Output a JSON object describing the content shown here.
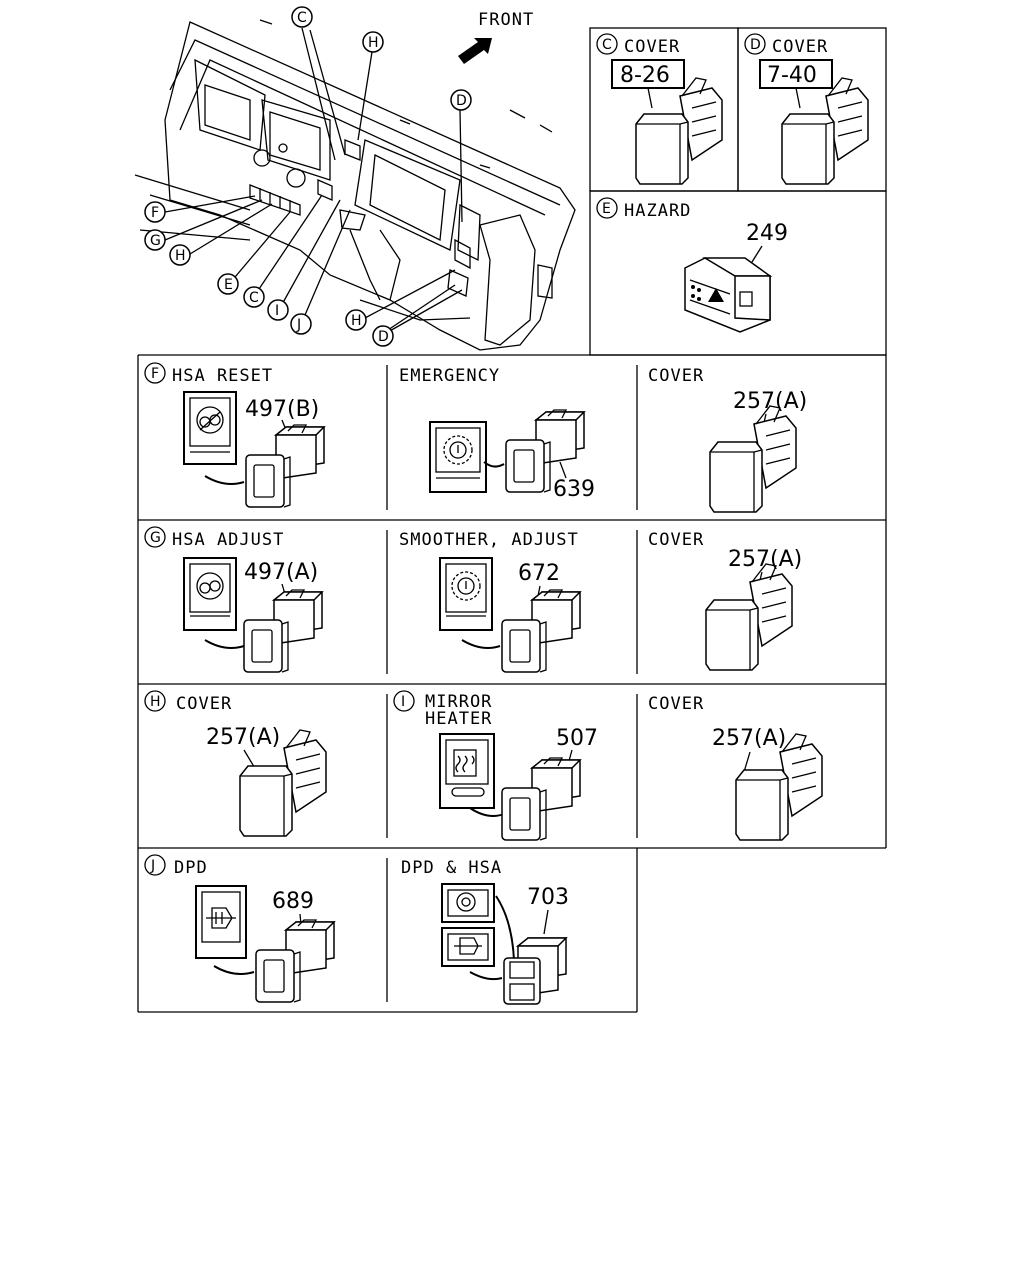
{
  "overview": {
    "front_label": "FRONT",
    "callouts": [
      "C",
      "H",
      "D",
      "F",
      "G",
      "H",
      "E",
      "C",
      "I",
      "J",
      "H",
      "D"
    ]
  },
  "boxes": {
    "c": {
      "letter": "C",
      "title": "COVER",
      "ref": "8-26"
    },
    "d": {
      "letter": "D",
      "title": "COVER",
      "ref": "7-40"
    },
    "e": {
      "letter": "E",
      "title": "HAZARD",
      "part": "249"
    },
    "f": {
      "letter": "F",
      "title": "HSA  RESET",
      "part": "497(B)"
    },
    "emergency": {
      "title": "EMERGENCY",
      "part": "639"
    },
    "cover1": {
      "title": "COVER",
      "part": "257(A)"
    },
    "g": {
      "letter": "G",
      "title": "HSA  ADJUST",
      "part": "497(A)"
    },
    "smoother": {
      "title": "SMOOTHER, ADJUST",
      "part": "672"
    },
    "cover2": {
      "title": "COVER",
      "part": "257(A)"
    },
    "h": {
      "letter": "H",
      "title": "COVER",
      "part": "257(A)"
    },
    "i": {
      "letter": "I",
      "title_line1": "MIRROR",
      "title_line2": "HEATER",
      "part": "507"
    },
    "cover3": {
      "title": "COVER",
      "part": "257(A)"
    },
    "j": {
      "letter": "J",
      "title": "DPD",
      "part": "689"
    },
    "dpdhsa": {
      "title": "DPD  &  HSA",
      "part": "703"
    }
  },
  "icons": [
    "front-arrow-icon",
    "hazard-triangle-icon",
    "hsa-icon",
    "emergency-gear-icon",
    "smoother-gear-icon",
    "mirror-heater-icon",
    "dpd-filter-icon",
    "switch-part-icon"
  ]
}
